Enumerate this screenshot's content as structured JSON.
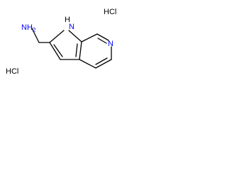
{
  "structure": {
    "salts": [
      "HCl",
      "HCl"
    ],
    "atoms": {
      "amine": "NH",
      "amine_subscript": "2",
      "pyrrole_n": "N",
      "pyrrole_h": "H",
      "pyridine_n": "N"
    }
  },
  "colors": {
    "nitrogen": "#0000ff",
    "bond": "#000000",
    "text": "#000000",
    "background": "#ffffff"
  }
}
